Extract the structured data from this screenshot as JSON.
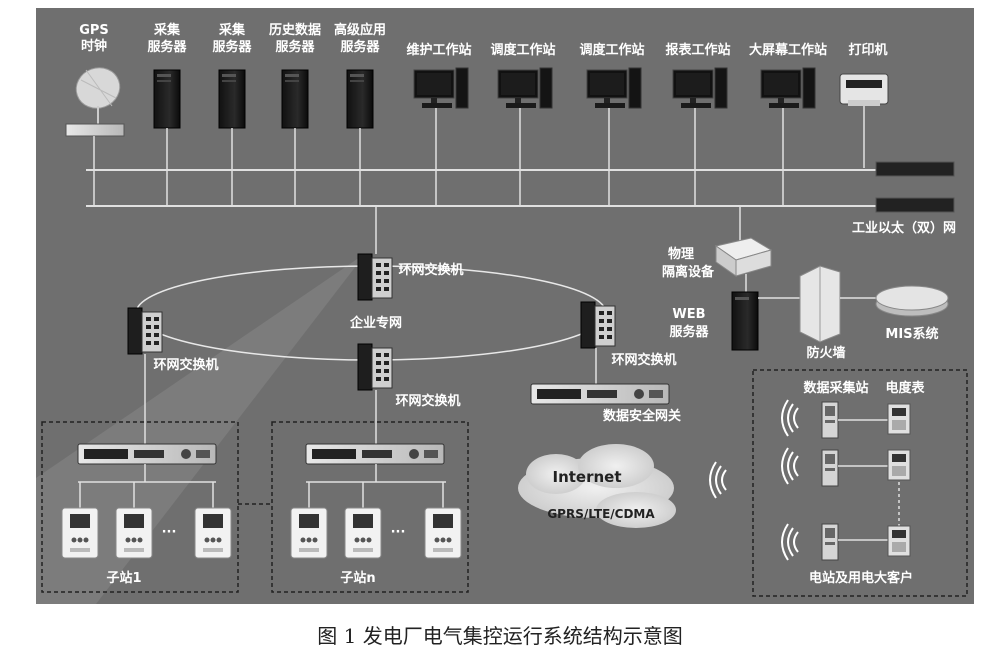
{
  "top_labels": {
    "gps": [
      "GPS",
      "时钟"
    ],
    "collect1": [
      "采集",
      "服务器"
    ],
    "collect2": [
      "采集",
      "服务器"
    ],
    "history": [
      "历史数据",
      "服务器"
    ],
    "advanced": [
      "高级应用",
      "服务器"
    ],
    "maint": "维护工作站",
    "dispatch1": "调度工作站",
    "dispatch2": "调度工作站",
    "report": "报表工作站",
    "bigscreen": "大屏幕工作站",
    "printer": "打印机"
  },
  "network": {
    "ethernet": "工业以太（双）网",
    "isolation": [
      "物理",
      "隔离设备"
    ],
    "web": [
      "WEB",
      "服务器"
    ],
    "firewall": "防火墙",
    "mis": "MIS系统",
    "ring_top": "环网交换机",
    "ring_left": "环网交换机",
    "ring_right": "环网交换机",
    "ring_bottom": "环网交换机",
    "enterprise": "企业专网",
    "gateway": "数据安全网关",
    "internet": "Internet",
    "gprs": "GPRS/LTE/CDMA"
  },
  "substations": {
    "left": "子站1",
    "right": "子站n"
  },
  "field": {
    "collector": "数据采集站",
    "meter": "电度表",
    "customer": "电站及用电大客户"
  },
  "caption": "图 1  发电厂电气集控运行系统结构示意图"
}
